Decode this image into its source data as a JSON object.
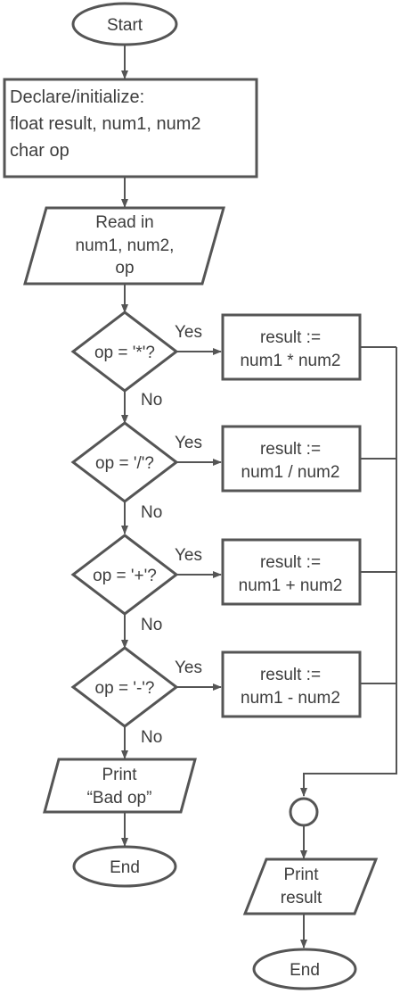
{
  "flowchart": {
    "start": "Start",
    "declare": [
      "Declare/initialize:",
      "float result, num1, num2",
      "char op"
    ],
    "read": [
      "Read in",
      "num1, num2,",
      "op"
    ],
    "decisions": [
      {
        "question": "op = '*'?",
        "yes": "Yes",
        "no": "No",
        "action": [
          "result :=",
          "num1 * num2"
        ]
      },
      {
        "question": "op = '/'?",
        "yes": "Yes",
        "no": "No",
        "action": [
          "result :=",
          "num1 / num2"
        ]
      },
      {
        "question": "op = '+'?",
        "yes": "Yes",
        "no": "No",
        "action": [
          "result :=",
          "num1 + num2"
        ]
      },
      {
        "question": "op = '-'?",
        "yes": "Yes",
        "no": "No",
        "action": [
          "result :=",
          "num1 - num2"
        ]
      }
    ],
    "print_bad": [
      "Print",
      "“Bad op”"
    ],
    "end_left": "End",
    "print_result": [
      "Print",
      "result"
    ],
    "end_right": "End"
  },
  "colors": {
    "stroke": "#555555",
    "text": "#3d3d3d",
    "fill": "#ffffff"
  }
}
